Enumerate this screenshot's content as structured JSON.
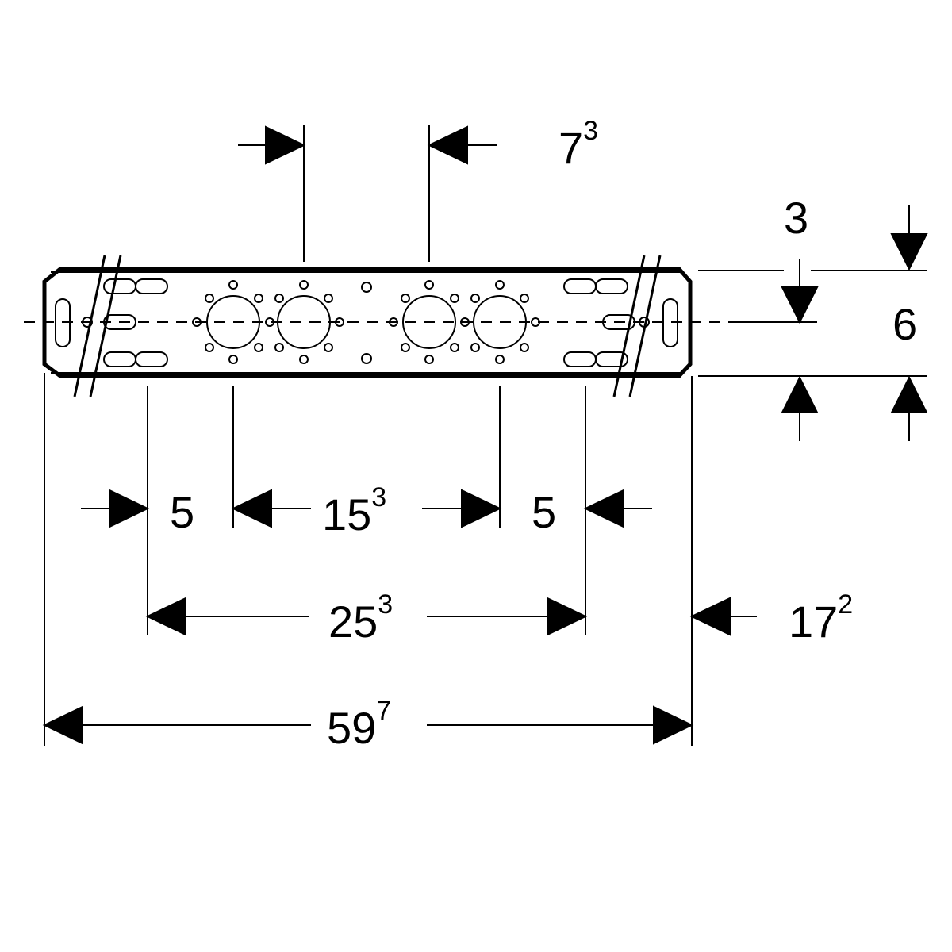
{
  "dimensions": {
    "top_offset": {
      "base": "7",
      "sup": "3"
    },
    "vertical_offset": {
      "base": "3",
      "sup": ""
    },
    "height": {
      "base": "6",
      "sup": ""
    },
    "left_spacing": {
      "base": "5",
      "sup": ""
    },
    "center_spacing": {
      "base": "15",
      "sup": "3"
    },
    "right_spacing": {
      "base": "5",
      "sup": ""
    },
    "inner_span": {
      "base": "25",
      "sup": "3"
    },
    "right_offset": {
      "base": "17",
      "sup": "2"
    },
    "overall_width": {
      "base": "59",
      "sup": "7"
    }
  }
}
